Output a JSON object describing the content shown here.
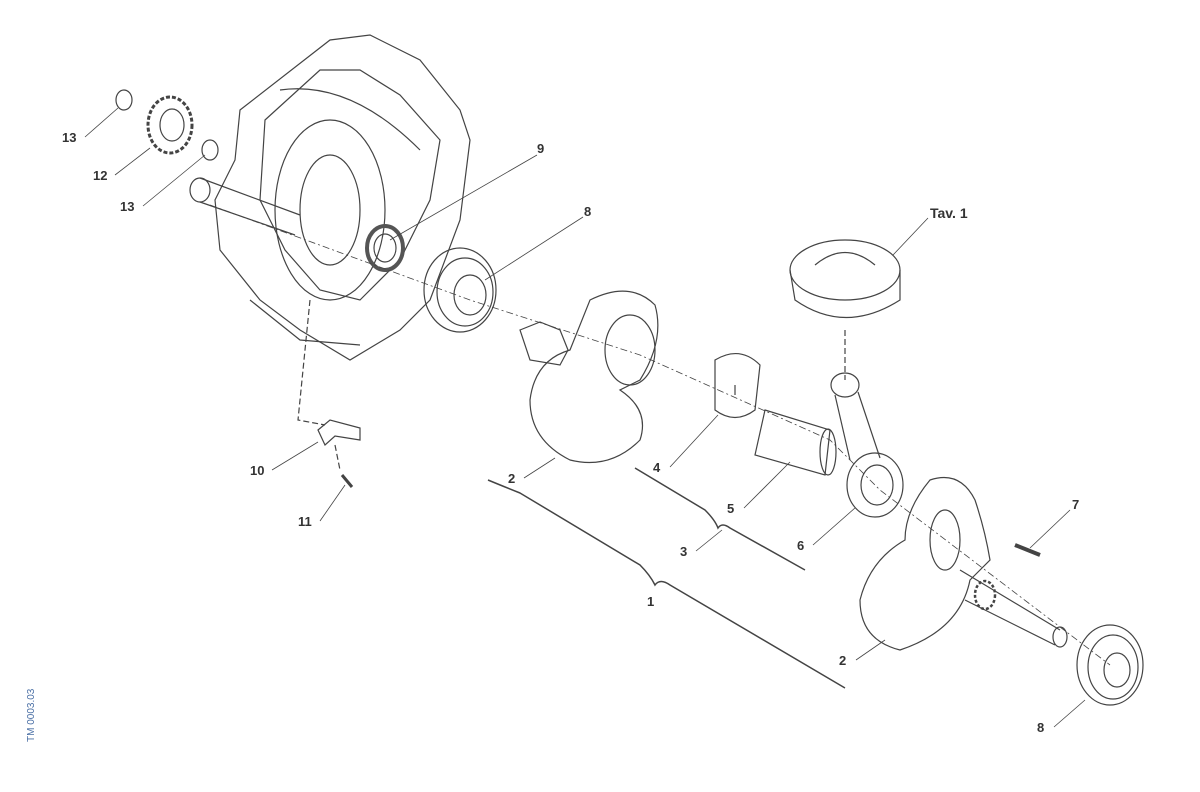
{
  "diagram": {
    "labels": {
      "l13a": "13",
      "l12": "12",
      "l13b": "13",
      "l9": "9",
      "l8a": "8",
      "tav": "Tav. 1",
      "l10": "10",
      "l11": "11",
      "l2a": "2",
      "l4": "4",
      "l5": "5",
      "l3": "3",
      "l6": "6",
      "l1": "1",
      "l7": "7",
      "l2b": "2",
      "l8b": "8"
    },
    "drawing_code": "TM 0003.03",
    "colors": {
      "line": "#333333",
      "code": "#4a6fa5"
    }
  }
}
